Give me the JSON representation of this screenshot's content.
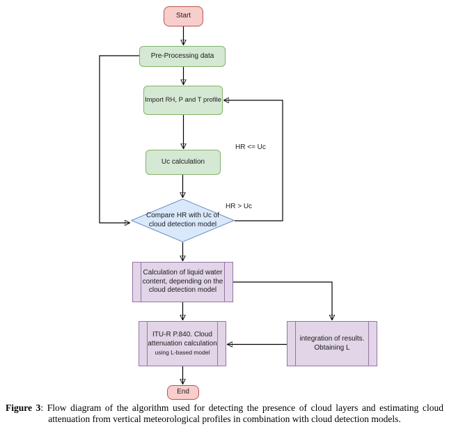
{
  "colors": {
    "terminal_fill": "#f8cecc",
    "terminal_stroke": "#b85450",
    "process_fill": "#d5e8d4",
    "process_stroke": "#82b366",
    "decision_fill": "#dae8fc",
    "decision_stroke": "#6c8ebf",
    "subroutine_fill": "#e1d5e7",
    "subroutine_stroke": "#9673a6",
    "edge_color": "#000000"
  },
  "nodes": {
    "start": {
      "label": "Start"
    },
    "preprocessing": {
      "label": "Pre-Processing data"
    },
    "import_profile": {
      "label": "Import RH, P and T profile"
    },
    "uc_calculation": {
      "label": "Uc calculation"
    },
    "compare": {
      "label": "Compare HR with Uc of\ncloud detection model"
    },
    "liquid_water": {
      "label": "Calculation of liquid water\ncontent, depending on the\ncloud detection model"
    },
    "itu_attenuation": {
      "label": "ITU-R P.840. Cloud\nattenuation calculation",
      "sublabel": "using L-based model"
    },
    "integration": {
      "label": "integration of results.\nObtaining L"
    },
    "end": {
      "label": "End"
    }
  },
  "edge_labels": {
    "hr_le_uc": "HR <= Uc",
    "hr_gt_uc": "HR > Uc"
  },
  "caption": {
    "prefix": "Figure 3",
    "text": ": Flow diagram of the algorithm used for detecting the presence of cloud layers and estimating cloud attenuation from vertical meteorological profiles in combination with cloud detection models."
  }
}
